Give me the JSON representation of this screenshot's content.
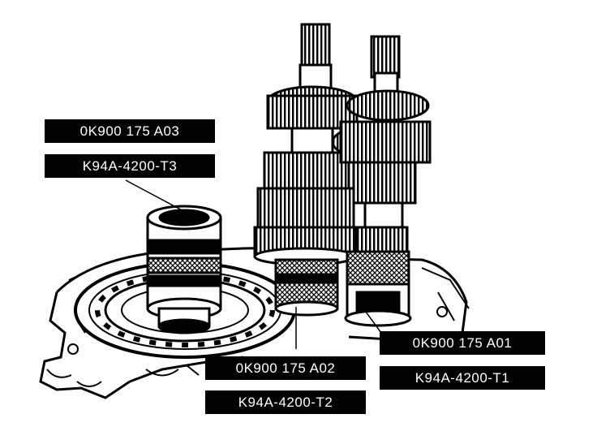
{
  "callouts": {
    "t3_part_number": "0K900 175 A03",
    "t3_tool_code": "K94A-4200-T3",
    "t2_part_number": "0K900 175 A02",
    "t2_tool_code": "K94A-4200-T2",
    "t1_part_number": "0K900 175 A01",
    "t1_tool_code": "K94A-4200-T1"
  },
  "colors": {
    "ink": "#000000",
    "paper": "#ffffff"
  }
}
